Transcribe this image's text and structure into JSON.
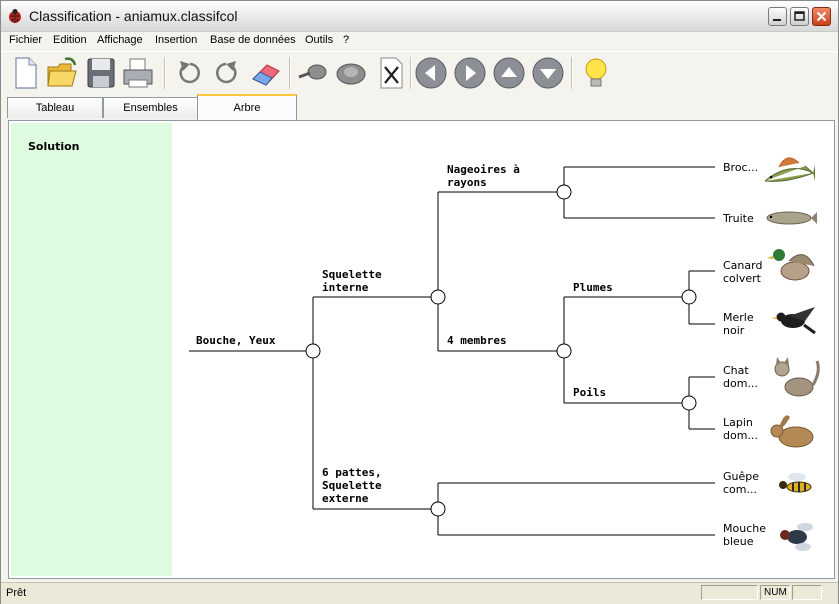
{
  "window": {
    "title": "Classification - aniamux.classifcol"
  },
  "menu": [
    "Fichier",
    "Edition",
    "Affichage",
    "Insertion",
    "Base de données",
    "Outils",
    "?"
  ],
  "toolbar": {
    "icons": [
      "new-document-icon",
      "open-folder-icon",
      "save-disk-icon",
      "print-icon",
      "undo-icon",
      "redo-icon",
      "eraser-icon",
      "magnifier-icon",
      "stone-icon",
      "delete-x-icon",
      "arrow-left-icon",
      "arrow-right-icon",
      "arrow-up-icon",
      "arrow-down-icon",
      "lightbulb-icon"
    ]
  },
  "tabs": [
    "Tableau",
    "Ensembles",
    "Arbre"
  ],
  "active_tab": "Arbre",
  "side_panel": {
    "label": "Solution"
  },
  "tree": {
    "root": "Bouche, Yeux",
    "branches": {
      "squelette_interne": [
        "Squelette",
        "interne"
      ],
      "nageoires": [
        "Nageoires à",
        "rayons"
      ],
      "quatre_membres": "4 membres",
      "plumes": "Plumes",
      "poils": "Poils",
      "six_pattes": [
        "6 pattes,",
        "Squelette",
        "externe"
      ]
    },
    "leaves": {
      "brochet": "Broc...",
      "truite": "Truite",
      "canard": [
        "Canard",
        "colvert"
      ],
      "merle": [
        "Merle",
        "noir"
      ],
      "chat": [
        "Chat",
        "dom..."
      ],
      "lapin": [
        "Lapin",
        "dom..."
      ],
      "guepe": [
        "Guêpe",
        "com..."
      ],
      "mouche": [
        "Mouche",
        "bleue"
      ]
    }
  },
  "status": {
    "text": "Prêt",
    "num": "NUM"
  }
}
